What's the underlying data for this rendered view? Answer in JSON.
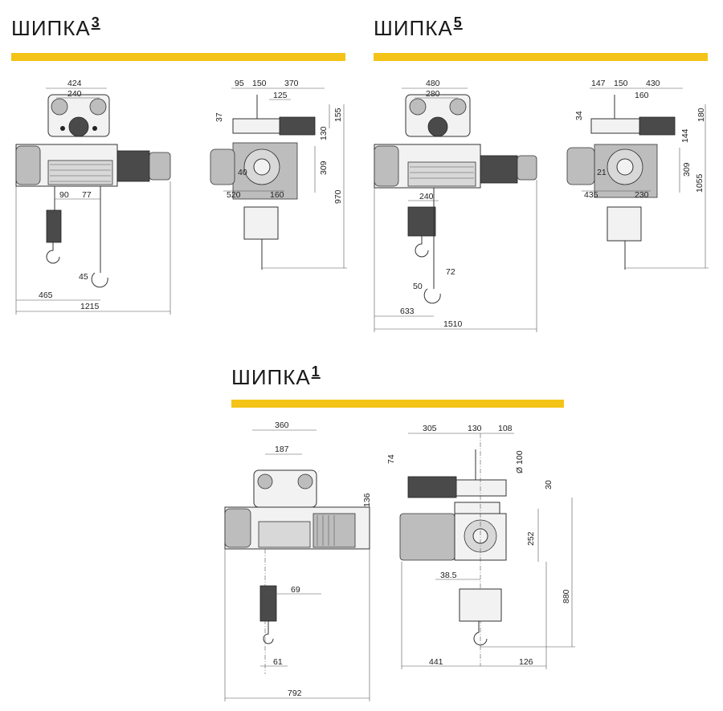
{
  "sections": {
    "s3": {
      "title": "ШИПКА",
      "sup": "3"
    },
    "s5": {
      "title": "ШИПКА",
      "sup": "5"
    },
    "s1": {
      "title": "ШИПКА",
      "sup": "1"
    }
  },
  "colors": {
    "accent_bar": "#f3c417",
    "line": "#333333"
  },
  "dims": {
    "s3_front": {
      "w424": "424",
      "w240": "240",
      "d90": "90",
      "d77": "77",
      "a45": "45",
      "d465": "465",
      "d1215": "1215"
    },
    "s3_side": {
      "d95": "95",
      "d150": "150",
      "d370": "370",
      "d125": "125",
      "d37": "37",
      "d155": "155",
      "d130": "130",
      "d309": "309",
      "d40": "40",
      "d520": "520",
      "d160": "160",
      "d970": "970"
    },
    "s5_front": {
      "w480": "480",
      "w280": "280",
      "d240": "240",
      "d72": "72",
      "a50": "50",
      "d633": "633",
      "d1510": "1510"
    },
    "s5_side": {
      "d147": "147",
      "d150": "150",
      "d430": "430",
      "d160": "160",
      "d34": "34",
      "d180": "180",
      "d144": "144",
      "d309": "309",
      "d21": "21",
      "d435": "435",
      "d230": "230",
      "d1055": "1055"
    },
    "s1_front": {
      "w360": "360",
      "w187": "187",
      "d69": "69",
      "d61": "61",
      "d792": "792"
    },
    "s1_side": {
      "d305": "305",
      "d130": "130",
      "d108": "108",
      "d74": "74",
      "dia100": "Ø 100",
      "d136": "136",
      "d30": "30",
      "d252": "252",
      "d38_5": "38.5",
      "d880": "880",
      "d441": "441",
      "d126": "126"
    }
  }
}
